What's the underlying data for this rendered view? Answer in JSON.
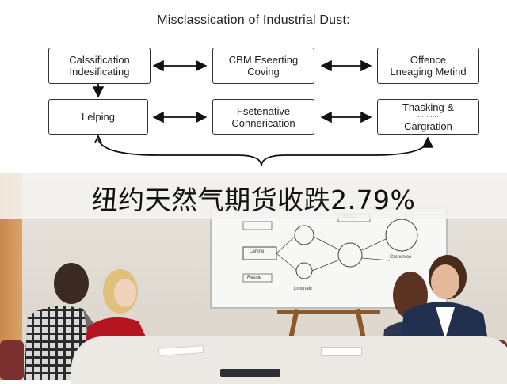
{
  "diagram": {
    "title": "Misclassication of Industrial Dust:",
    "boxes": {
      "top_left": [
        "Calssification",
        "Indesificating"
      ],
      "top_middle": [
        "CBM Eseerting",
        "Coving"
      ],
      "top_right": [
        "Offence",
        "Lneaging Metind"
      ],
      "bottom_left": [
        "Lelping"
      ],
      "bottom_middle": [
        "Fsetenative",
        "Connerication"
      ],
      "bottom_right": [
        "Thasking &",
        "Cargration"
      ]
    }
  },
  "headline": "纽约天然气期货收跌2.79%",
  "whiteboard": {
    "labels": [
      "Lamne",
      "Elrds2",
      "Lrnonalc",
      "Cronenice",
      "Ressie"
    ]
  },
  "colors": {
    "diagram_border": "#333333",
    "headline_band": "#f5f3f0",
    "wall": "#e8e4dc",
    "accent_wood": "#c98a4b"
  }
}
